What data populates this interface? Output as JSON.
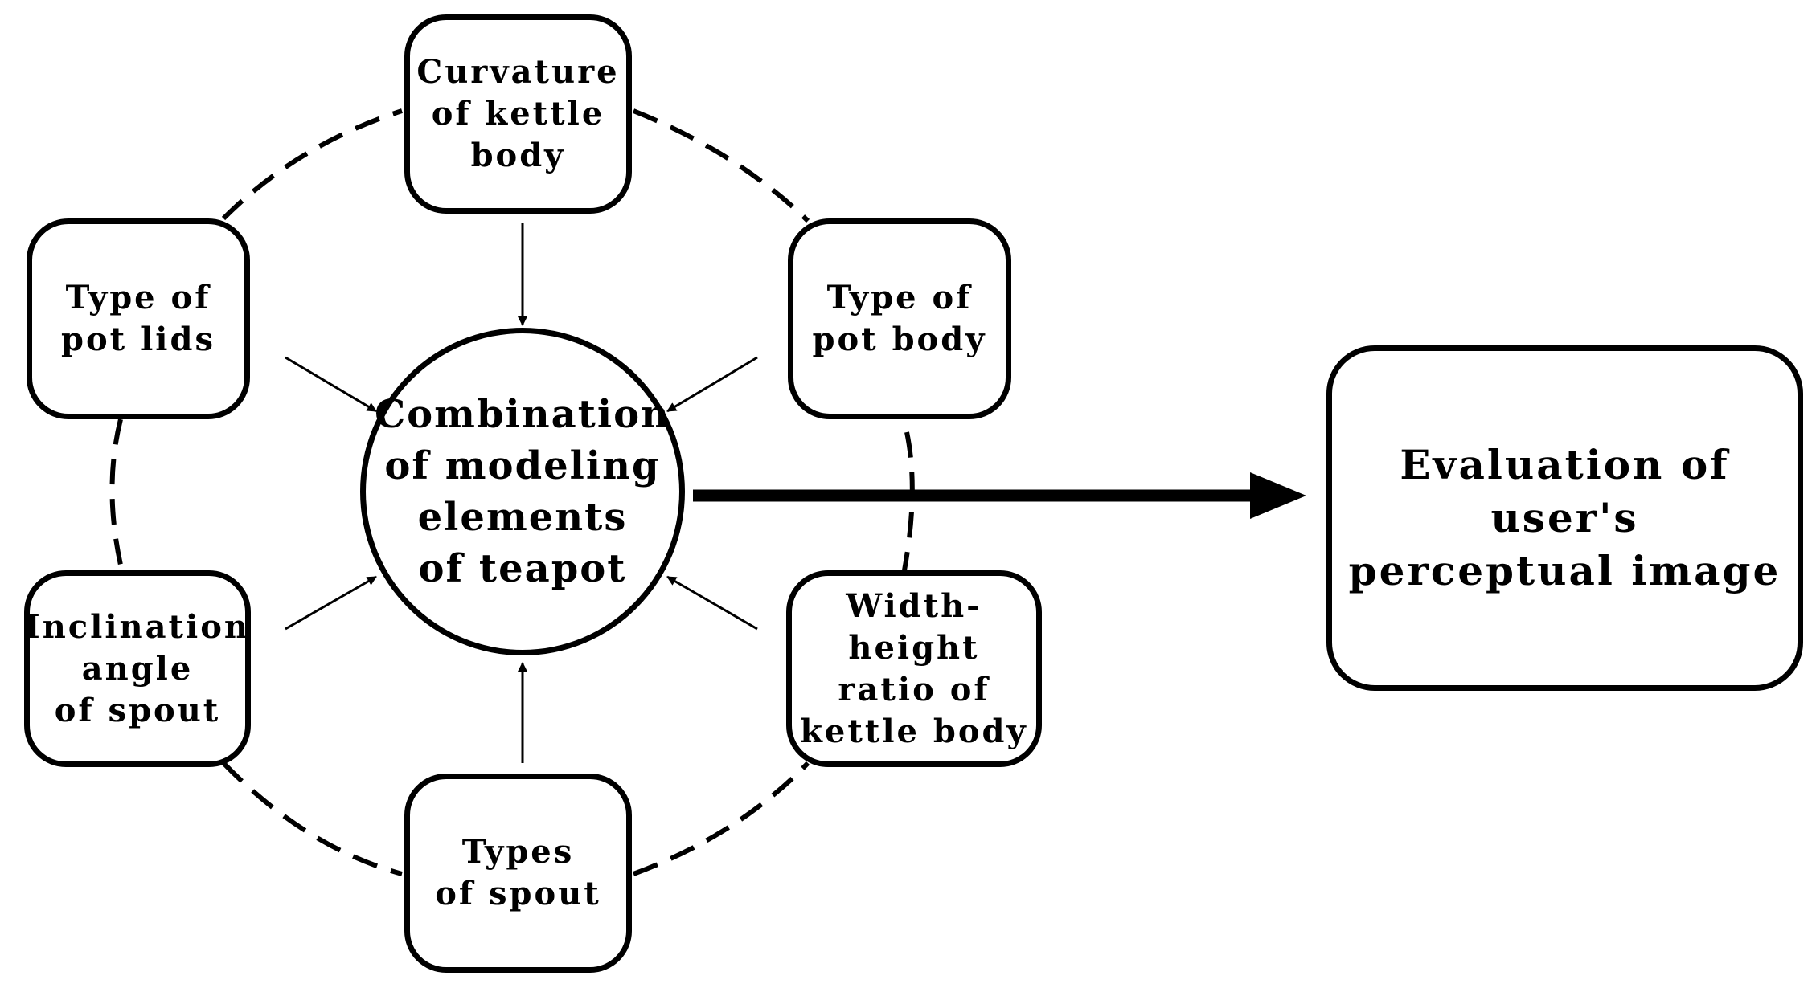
{
  "center": {
    "label": "Combination\nof modeling\nelements\nof teapot"
  },
  "factors": {
    "curvature": "Curvature\nof kettle\nbody",
    "pot_lids": "Type of\npot lids",
    "pot_body": "Type of\npot body",
    "inclination": "Inclination\nangle\nof spout",
    "width_height": "Width-height\nratio of\nkettle body",
    "spout_types": "Types\nof spout"
  },
  "outcome": {
    "label": "Evaluation of user's\nperceptual image"
  },
  "colors": {
    "stroke": "#000000",
    "background": "#ffffff"
  }
}
